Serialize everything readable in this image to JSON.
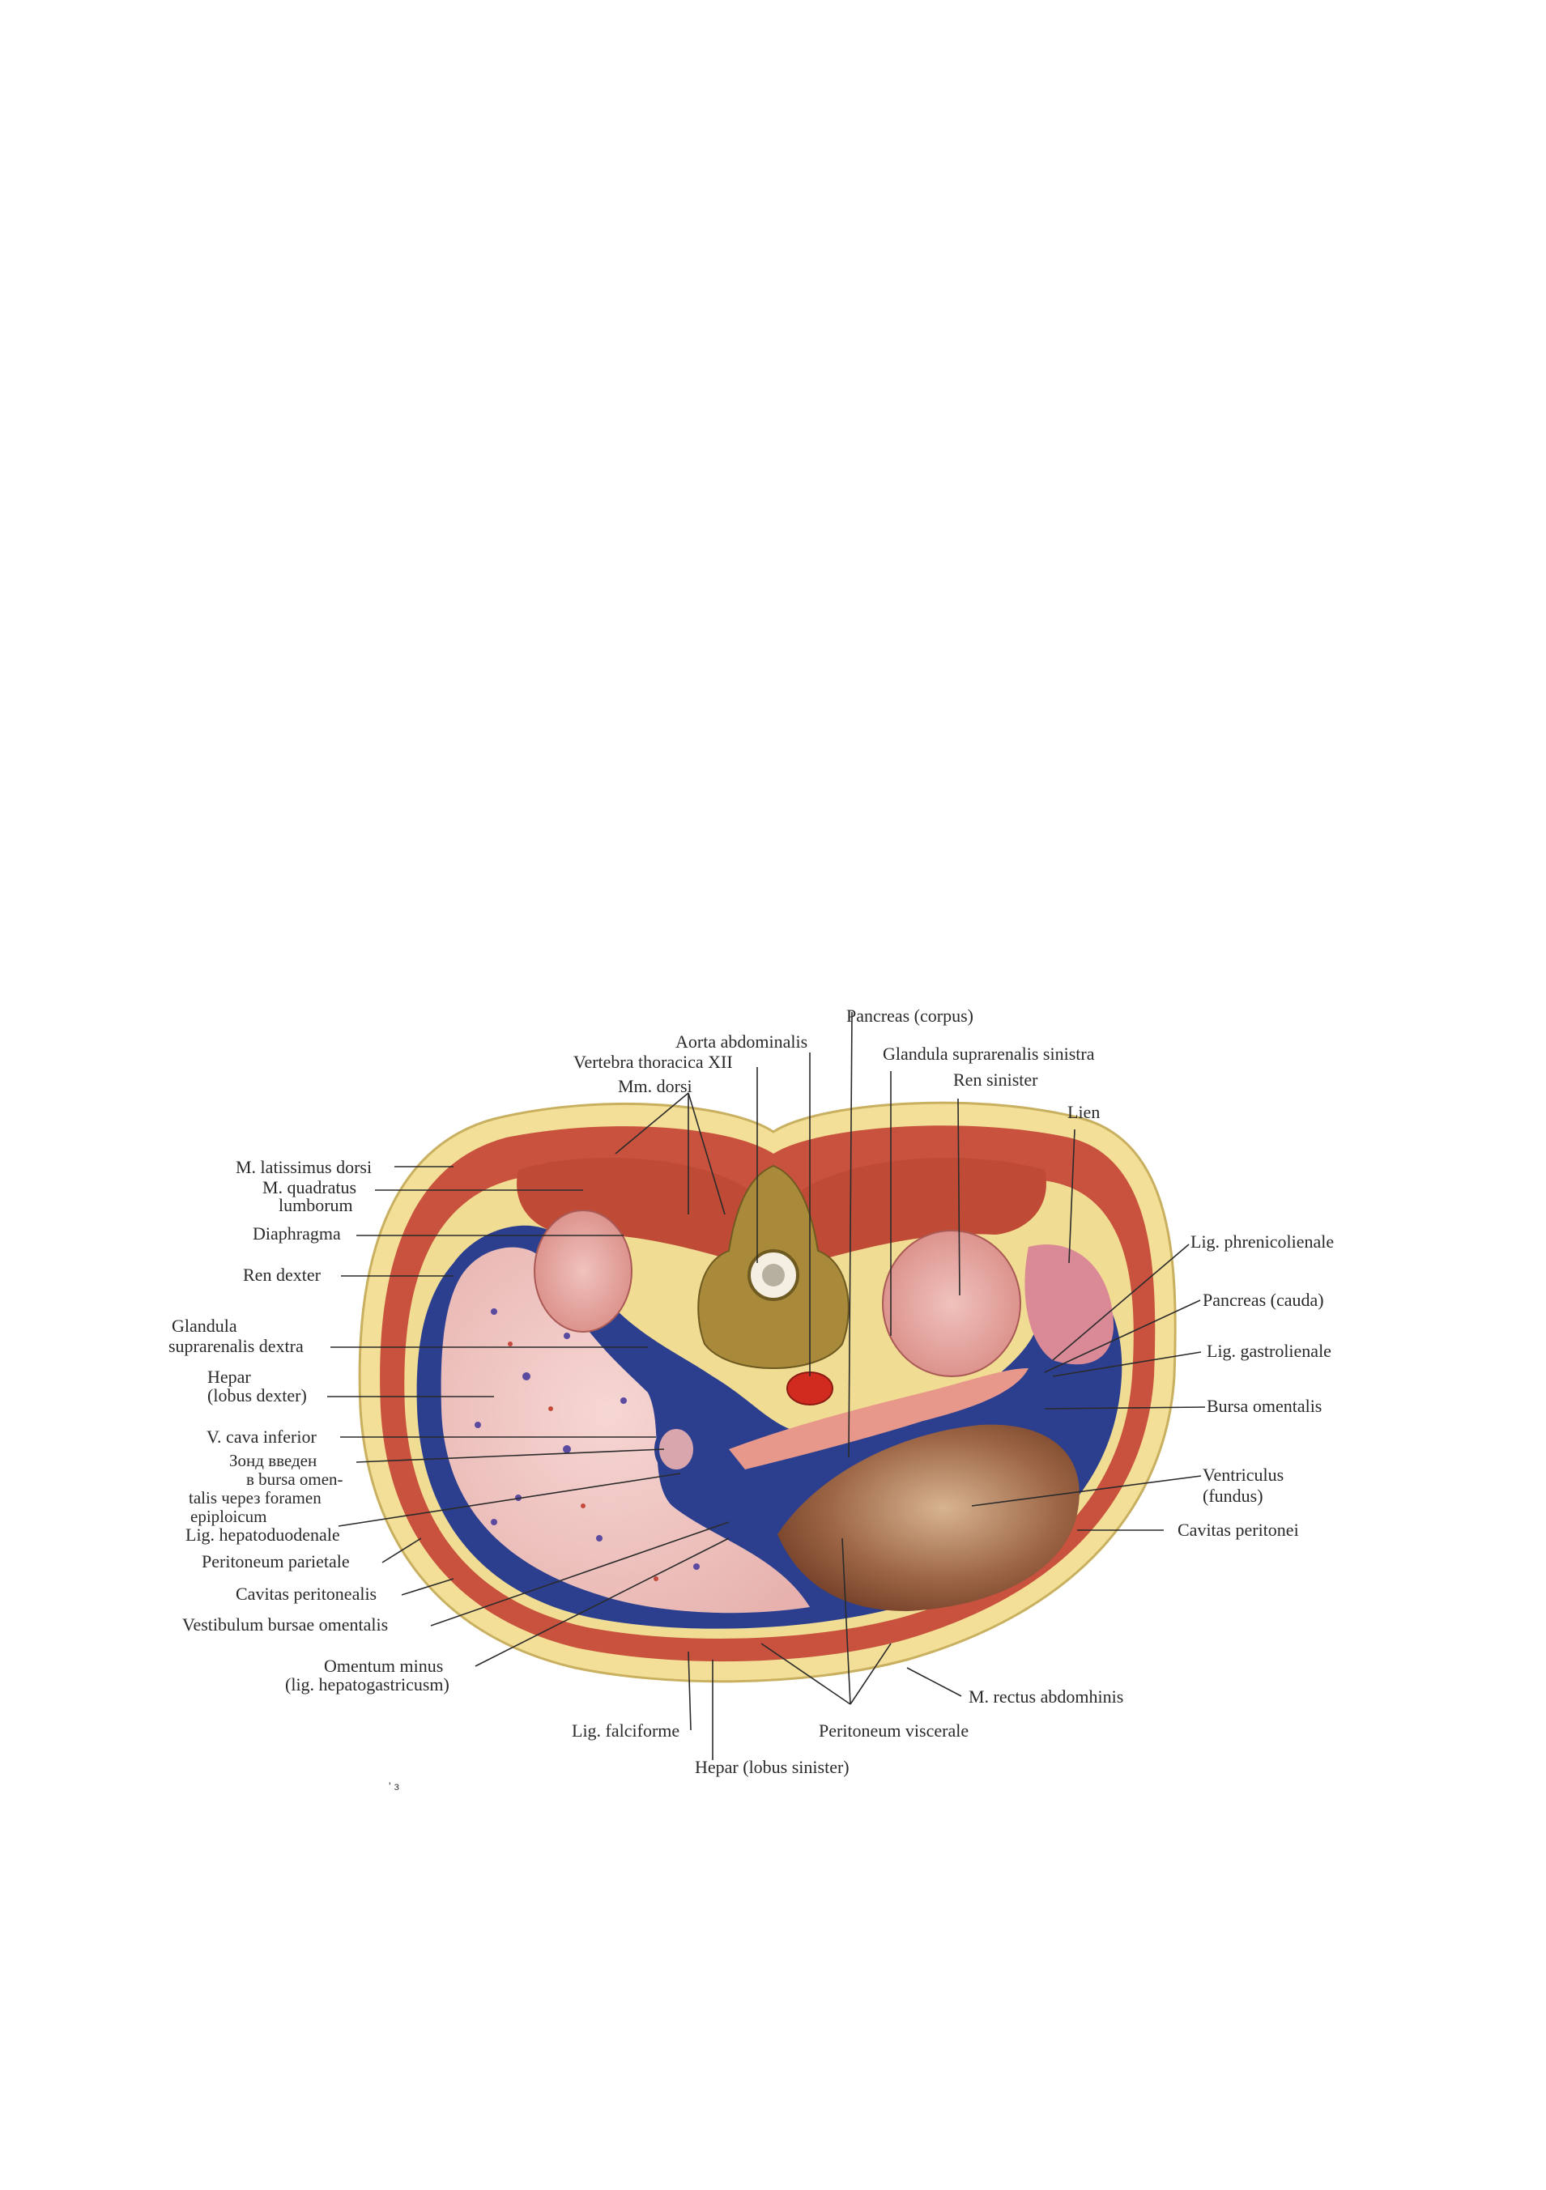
{
  "labels": {
    "pancreas_corpus": "Pancreas (corpus)",
    "aorta_abdominalis": "Aorta abdominalis",
    "vertebra_thoracica": "Vertebra thoracica XII",
    "glandula_suprarenalis_sinistra": "Glandula suprarenalis sinistra",
    "ren_sinister": "Ren sinister",
    "mm_dorsi": "Mm. dorsi",
    "lien": "Lien",
    "m_latissimus_dorsi": "M. latissimus dorsi",
    "m_quadratus_1": "M. quadratus",
    "m_quadratus_2": "lumborum",
    "diaphragma": "Diaphragma",
    "lig_phrenicolienale": "Lig. phrenicolienale",
    "ren_dexter": "Ren dexter",
    "pancreas_cauda": "Pancreas (cauda)",
    "glandula_dextra_1": "Glandula",
    "glandula_dextra_2": "suprarenalis dextra",
    "lig_gastrolienale": "Lig. gastrolienale",
    "hepar_dexter_1": "Hepar",
    "hepar_dexter_2": "(lobus dexter)",
    "bursa_omentalis": "Bursa omentalis",
    "v_cava_inferior": "V. cava inferior",
    "zond_1": "Зонд введен",
    "zond_2": "в bursa omen-",
    "zond_3": "talis через foramen",
    "zond_4": "epiploicum",
    "ventriculus_1": "Ventriculus",
    "ventriculus_2": "(fundus)",
    "lig_hepatoduodenale": "Lig. hepatoduodenale",
    "cavitas_peritonei": "Cavitas peritonei",
    "peritoneum_parietale": "Peritoneum parietale",
    "cavitas_peritonealis": "Cavitas peritonealis",
    "vestibulum_bursae": "Vestibulum bursae omentalis",
    "omentum_minus_1": "Omentum minus",
    "omentum_minus_2": "(lig. hepatogastricusm)",
    "m_rectus": "M. rectus abdomhinis",
    "lig_falciforme": "Lig. falciforme",
    "peritoneum_viscerale": "Peritoneum viscerale",
    "hepar_sinister": "Hepar (lobus sinister)",
    "page_mark": "' з"
  },
  "colors": {
    "skin_fat": "#f3df97",
    "muscle": "#c8523d",
    "muscle_dark": "#a63a2c",
    "liver": "#efc3c1",
    "peritoneal_blue": "#2b3f8e",
    "bone": "#a88a3a",
    "stomach": "#8f5a3e",
    "kidney": "#e19b96",
    "pancreas": "#e8988a",
    "aorta": "#d12b1f"
  }
}
